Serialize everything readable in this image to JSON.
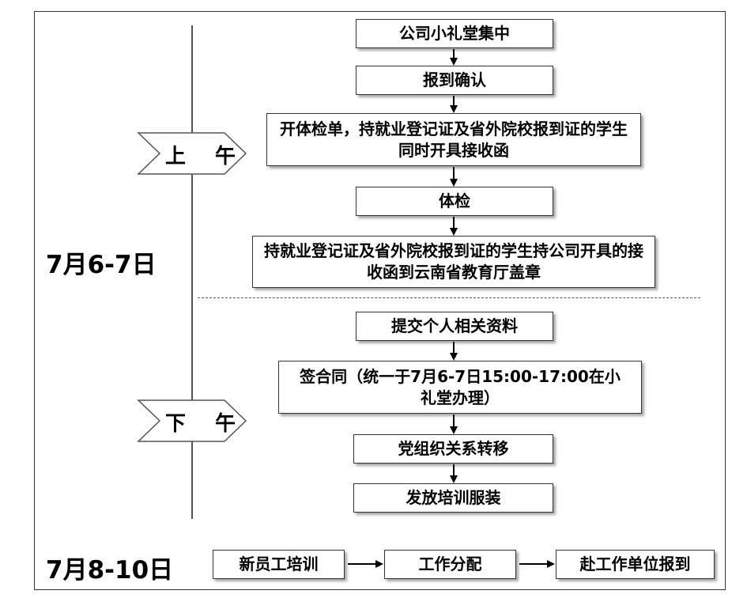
{
  "dates": {
    "first": "7月6-7日",
    "second": "7月8-10日"
  },
  "periods": {
    "morning": "上 午",
    "afternoon": "下 午"
  },
  "morning_steps": [
    "公司小礼堂集中",
    "报到确认",
    "开体检单，持就业登记证及省外院校报到证的学生同时开具接收函",
    "体检",
    "持就业登记证及省外院校报到证的学生持公司开具的接收函到云南省教育厅盖章"
  ],
  "afternoon_steps": [
    "提交个人相关资料",
    "签合同（统一于7月6-7日15:00-17:00在小礼堂办理）",
    "党组织关系转移",
    "发放培训服装"
  ],
  "final_steps": [
    "新员工培训",
    "工作分配",
    "赴工作单位报到"
  ]
}
